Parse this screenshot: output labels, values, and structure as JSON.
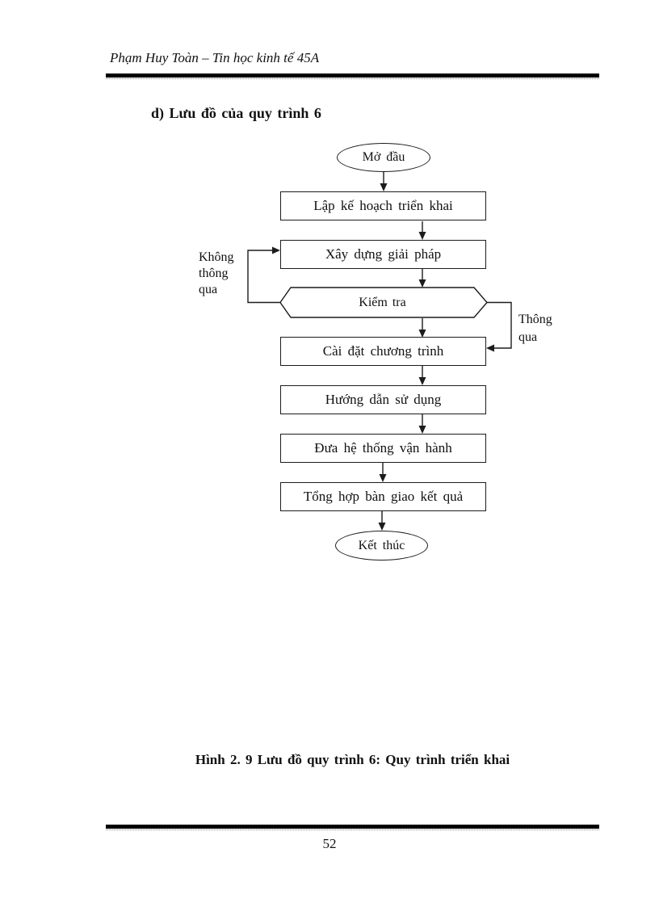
{
  "page": {
    "header_text": "Phạm Huy Toàn – Tin học kinh tế 45A",
    "page_number": "52"
  },
  "content": {
    "heading": "d) Lưu đồ của quy trình 6",
    "caption": "Hình 2. 9 Lưu đồ quy trình 6: Quy trình triển khai"
  },
  "flowchart": {
    "nodes": [
      {
        "id": "start",
        "type": "terminator",
        "label": "Mở đầu"
      },
      {
        "id": "step1",
        "type": "process",
        "label": "Lập kế hoạch triển khai"
      },
      {
        "id": "step2",
        "type": "process",
        "label": "Xây dựng giải pháp"
      },
      {
        "id": "check",
        "type": "decision",
        "label": "Kiểm tra"
      },
      {
        "id": "step3",
        "type": "process",
        "label": "Cài đặt chương trình"
      },
      {
        "id": "step4",
        "type": "process",
        "label": "Hướng dẫn sử dụng"
      },
      {
        "id": "step5",
        "type": "process",
        "label": "Đưa hệ thống vận hành"
      },
      {
        "id": "step6",
        "type": "process",
        "label": "Tổng hợp bàn giao kết quả"
      },
      {
        "id": "end",
        "type": "terminator",
        "label": "Kết thúc"
      }
    ],
    "edge_labels": {
      "reject": "Không thông qua",
      "accept": "Thông qua"
    },
    "line_color": "#1c1c1c"
  }
}
